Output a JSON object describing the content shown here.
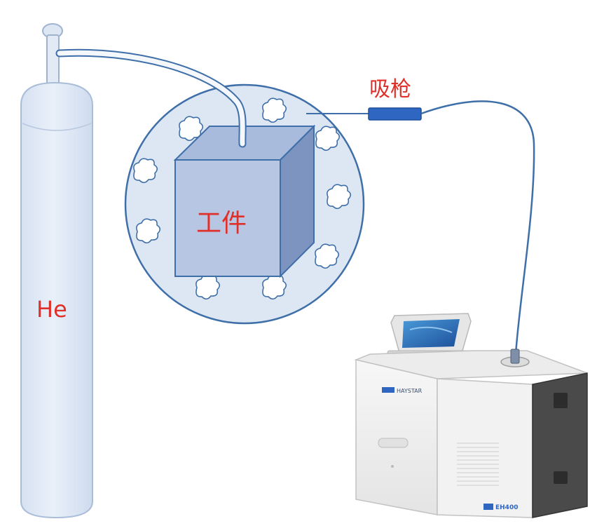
{
  "labels": {
    "cylinder_gas": "He",
    "workpiece": "工件",
    "sniffer_probe": "吸枪"
  },
  "device": {
    "brand_text": "HAYSTAR",
    "model_text": "EH400"
  },
  "colors": {
    "label_red": "#e0302a",
    "line_blue": "#3f6fa8",
    "fill_light_blue": "#dde7f4",
    "probe_blue": "#2f66c2"
  }
}
